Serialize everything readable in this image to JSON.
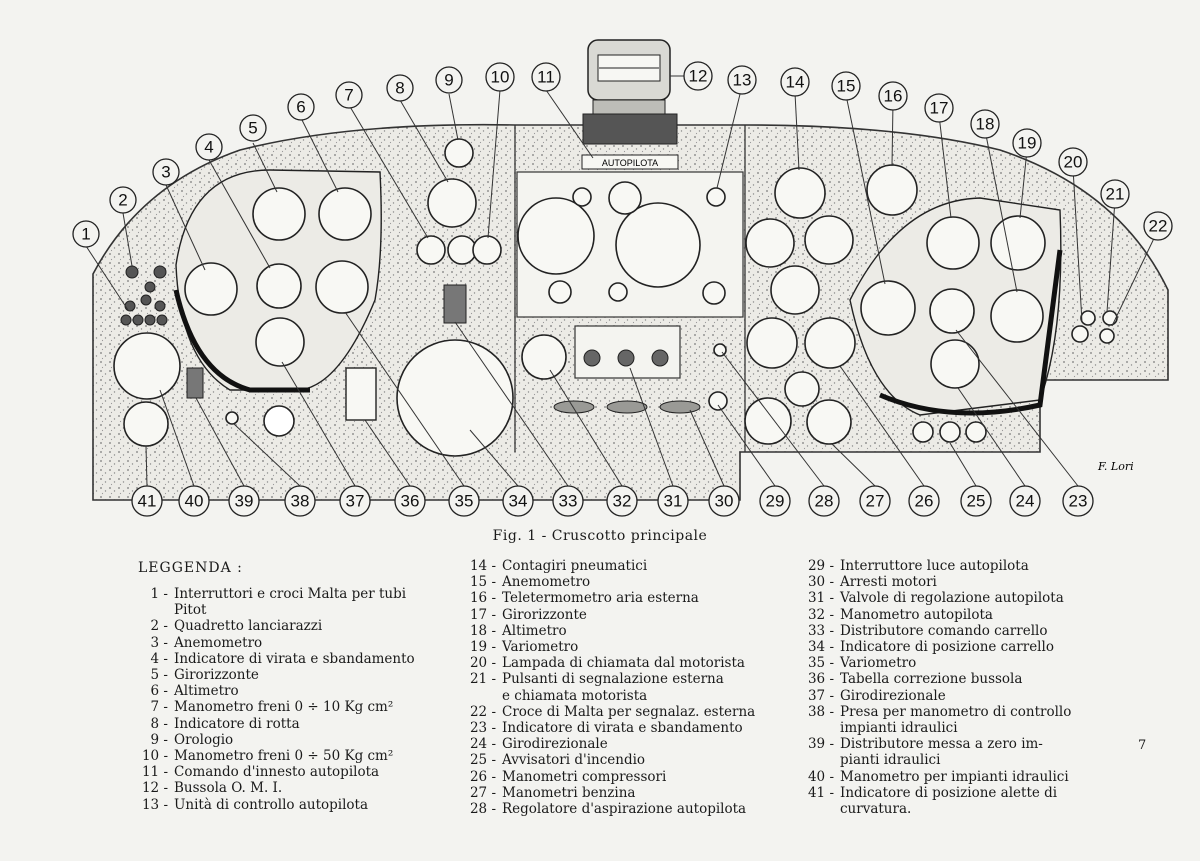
{
  "figure": {
    "caption": "Fig. 1 - Cruscotto principale",
    "autopilot_label": "AUTOPILOTA",
    "signature": "F. Lori",
    "callouts": [
      "1",
      "2",
      "3",
      "4",
      "5",
      "6",
      "7",
      "8",
      "9",
      "10",
      "11",
      "12",
      "13",
      "14",
      "15",
      "16",
      "17",
      "18",
      "19",
      "20",
      "21",
      "22",
      "23",
      "24",
      "25",
      "26",
      "27",
      "28",
      "29",
      "30",
      "31",
      "32",
      "33",
      "34",
      "35",
      "36",
      "37",
      "38",
      "39",
      "40",
      "41"
    ]
  },
  "legend": {
    "title": "LEGGENDA :",
    "col1": [
      {
        "n": "1 -",
        "t": "Interruttori e croci Malta per tubi",
        "t2": "Pitot"
      },
      {
        "n": "2 -",
        "t": "Quadretto lanciarazzi"
      },
      {
        "n": "3 -",
        "t": "Anemometro"
      },
      {
        "n": "4 -",
        "t": "Indicatore di virata e sbandamento"
      },
      {
        "n": "5 -",
        "t": "Girorizzonte"
      },
      {
        "n": "6 -",
        "t": "Altimetro"
      },
      {
        "n": "7 -",
        "t": "Manometro freni 0 ÷ 10 Kg cm²"
      },
      {
        "n": "8 -",
        "t": "Indicatore di rotta"
      },
      {
        "n": "9 -",
        "t": "Orologio"
      },
      {
        "n": "10 -",
        "t": "Manometro freni 0 ÷ 50 Kg cm²"
      },
      {
        "n": "11 -",
        "t": "Comando d'innesto autopilota"
      },
      {
        "n": "12 -",
        "t": "Bussola O. M. I."
      },
      {
        "n": "13 -",
        "t": "Unità di controllo autopilota"
      }
    ],
    "col2": [
      {
        "n": "14 -",
        "t": "Contagiri pneumatici"
      },
      {
        "n": "15 -",
        "t": "Anemometro"
      },
      {
        "n": "16 -",
        "t": "Teletermometro aria esterna"
      },
      {
        "n": "17 -",
        "t": "Girorizzonte"
      },
      {
        "n": "18 -",
        "t": "Altimetro"
      },
      {
        "n": "19 -",
        "t": "Variometro"
      },
      {
        "n": "20 -",
        "t": "Lampada di chiamata dal motorista"
      },
      {
        "n": "21 -",
        "t": "Pulsanti di segnalazione esterna",
        "t2": "e chiamata motorista"
      },
      {
        "n": "22 -",
        "t": "Croce di Malta per segnalaz. esterna"
      },
      {
        "n": "23 -",
        "t": "Indicatore di virata e sbandamento"
      },
      {
        "n": "24 -",
        "t": "Girodirezionale"
      },
      {
        "n": "25 -",
        "t": "Avvisatori d'incendio"
      },
      {
        "n": "26 -",
        "t": "Manometri compressori"
      },
      {
        "n": "27 -",
        "t": "Manometri benzina"
      },
      {
        "n": "28 -",
        "t": "Regolatore d'aspirazione autopilota"
      }
    ],
    "col3": [
      {
        "n": "29 -",
        "t": "Interruttore luce autopilota"
      },
      {
        "n": "30 -",
        "t": "Arresti motori"
      },
      {
        "n": "31 -",
        "t": "Valvole di regolazione autopilota"
      },
      {
        "n": "32 -",
        "t": "Manometro autopilota"
      },
      {
        "n": "33 -",
        "t": "Distributore comando carrello"
      },
      {
        "n": "34 -",
        "t": "Indicatore di posizione carrello"
      },
      {
        "n": "35 -",
        "t": "Variometro"
      },
      {
        "n": "36 -",
        "t": "Tabella correzione bussola"
      },
      {
        "n": "37 -",
        "t": "Girodirezionale"
      },
      {
        "n": "38 -",
        "t": "Presa per manometro di controllo",
        "t2": "impianti idraulici"
      },
      {
        "n": "39 -",
        "t": "Distributore messa a zero im-",
        "t2": "pianti idraulici"
      },
      {
        "n": "40 -",
        "t": "Manometro per impianti idraulici"
      },
      {
        "n": "41 -",
        "t": "Indicatore di posizione alette di",
        "t2": "curvatura."
      }
    ]
  },
  "page_mark": "7"
}
